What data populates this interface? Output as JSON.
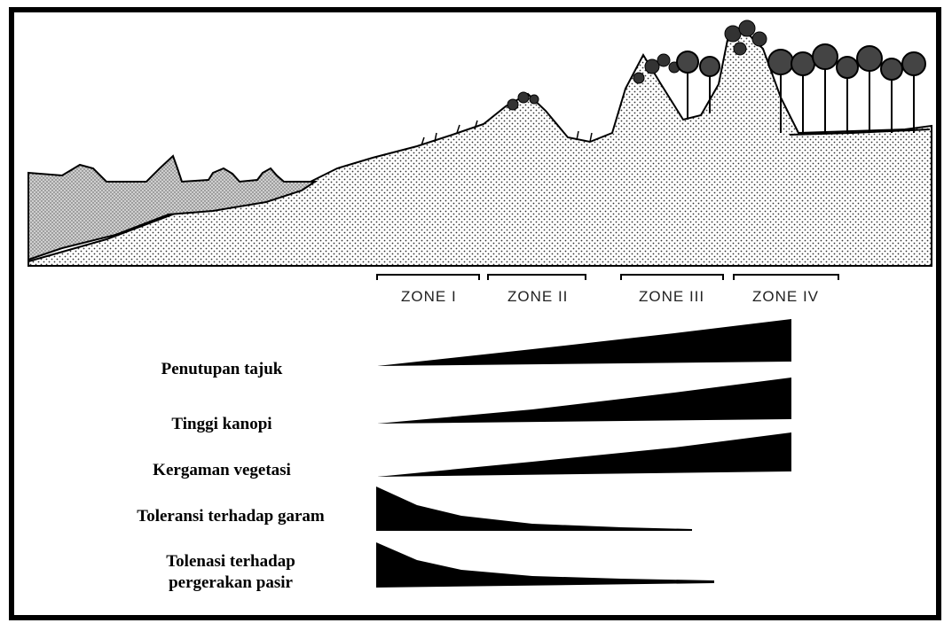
{
  "diagram": {
    "zones": [
      "ZONE I",
      "ZONE II",
      "ZONE III",
      "ZONE IV"
    ],
    "rows": [
      {
        "label": "Penutupan tajuk",
        "trend": "increasing"
      },
      {
        "label": "Tinggi kanopi",
        "trend": "increasing"
      },
      {
        "label": "Kergaman vegetasi",
        "trend": "increasing"
      },
      {
        "label": "Toleransi terhadap garam",
        "trend": "decreasing"
      },
      {
        "label": "Tolenasi terhadap\npergerakan pasir",
        "trend": "decreasing"
      }
    ],
    "colors": {
      "ink": "#000000",
      "sea_fill": "#d0d0d0",
      "background": "#ffffff"
    }
  }
}
